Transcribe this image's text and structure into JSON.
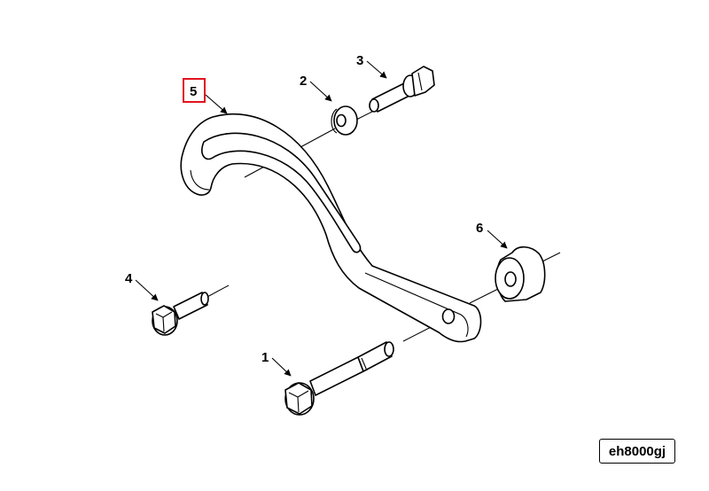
{
  "callouts": [
    {
      "id": "1",
      "label": "1"
    },
    {
      "id": "2",
      "label": "2"
    },
    {
      "id": "3",
      "label": "3"
    },
    {
      "id": "4",
      "label": "4"
    },
    {
      "id": "5",
      "label": "5",
      "highlighted": true
    },
    {
      "id": "6",
      "label": "6"
    }
  ],
  "reference_code": "eh8000gj",
  "colors": {
    "highlight": "#e0141e",
    "line": "#000000",
    "background": "#ffffff"
  }
}
